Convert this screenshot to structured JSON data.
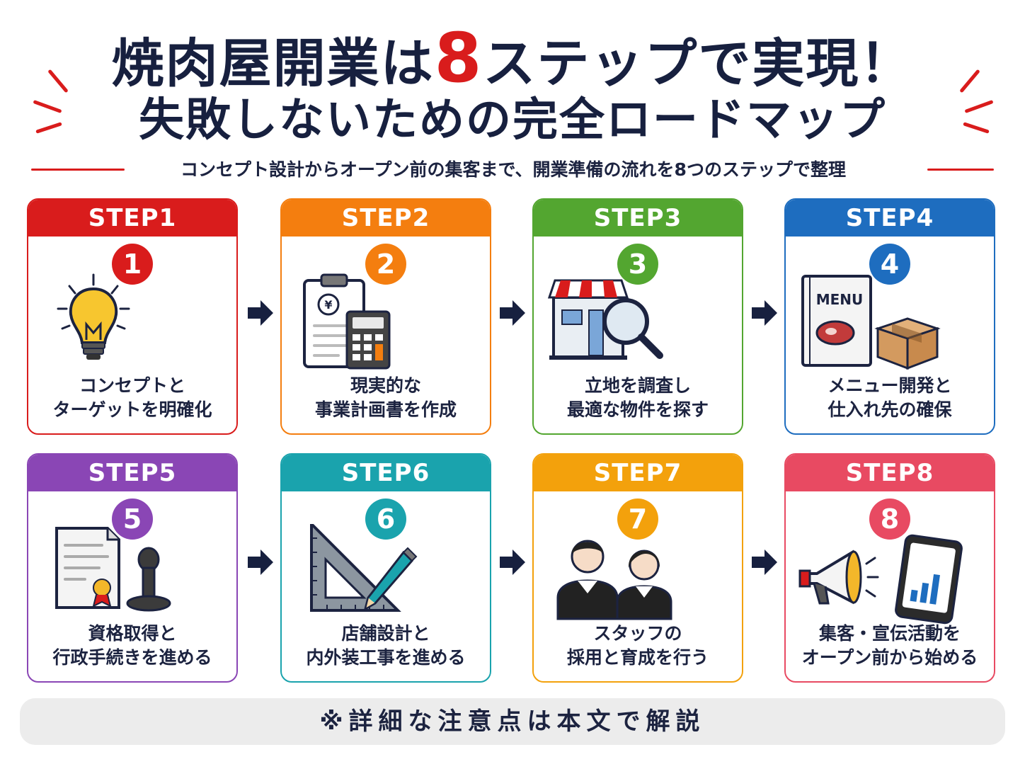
{
  "title": {
    "line1_before": "焼肉屋開業は",
    "line1_number": "8",
    "line1_after": "ステップで実現！",
    "line2": "失敗しないための完全ロードマップ"
  },
  "subtitle": "コンセプト設計からオープン前の集客まで、開業準備の流れを8つのステップで整理",
  "steps": [
    {
      "heading": "STEP1",
      "number": "1",
      "line1": "コンセプトと",
      "line2": "ターゲットを明確化",
      "color": "#d91c1c",
      "icon": "lightbulb-icon"
    },
    {
      "heading": "STEP2",
      "number": "2",
      "line1": "現実的な",
      "line2": "事業計画書を作成",
      "color": "#f47e0f",
      "icon": "clipboard-calculator-icon"
    },
    {
      "heading": "STEP3",
      "number": "3",
      "line1": "立地を調査し",
      "line2": "最適な物件を探す",
      "color": "#53a630",
      "icon": "storefront-magnifier-icon"
    },
    {
      "heading": "STEP4",
      "number": "4",
      "line1": "メニュー開発と",
      "line2": "仕入れ先の確保",
      "color": "#1e6dbf",
      "icon": "menu-box-icon",
      "menu_text": "MENU"
    },
    {
      "heading": "STEP5",
      "number": "5",
      "line1": "資格取得と",
      "line2": "行政手続きを進める",
      "color": "#8a46b5",
      "icon": "certificate-stamp-icon"
    },
    {
      "heading": "STEP6",
      "number": "6",
      "line1": "店舗設計と",
      "line2": "内外装工事を進める",
      "color": "#1aa3ad",
      "icon": "ruler-pencil-icon"
    },
    {
      "heading": "STEP7",
      "number": "7",
      "line1": "スタッフの",
      "line2": "採用と育成を行う",
      "color": "#f3a10c",
      "icon": "staff-icon"
    },
    {
      "heading": "STEP8",
      "number": "8",
      "line1": "集客・宣伝活動を",
      "line2": "オープン前から始める",
      "color": "#e84a62",
      "icon": "megaphone-phone-icon"
    }
  ],
  "footer": "※詳細な注意点は本文で解説",
  "colors": {
    "accent_red": "#d91c1c",
    "navy": "#17203f",
    "footer_bg": "#ececec"
  }
}
